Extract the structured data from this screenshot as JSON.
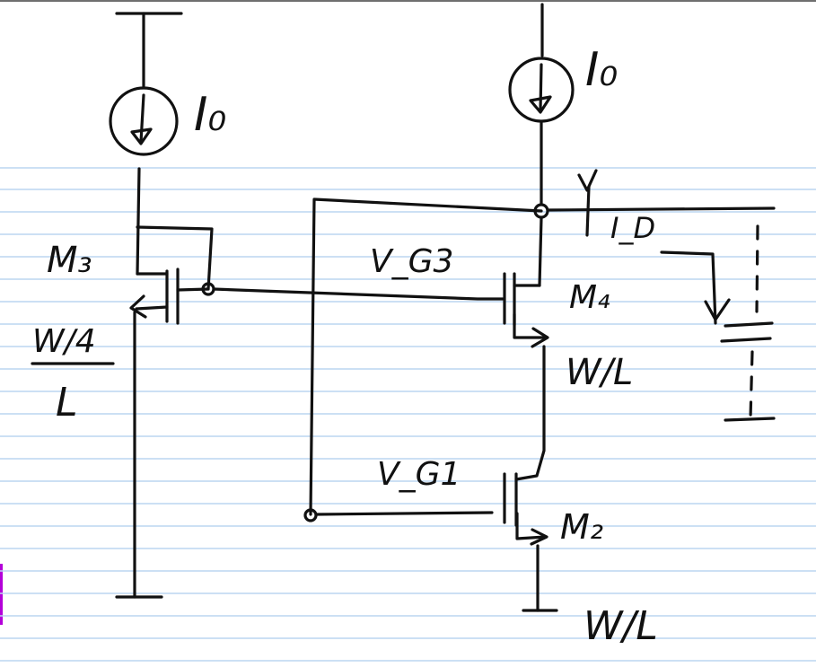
{
  "colors": {
    "paper": "#ffffff",
    "ruled_line": "#bcd6f1",
    "ink": "#111111",
    "left_tab": "#b400d9",
    "top_border": "#6f6f6f"
  },
  "labels": {
    "source_left": "I₀",
    "source_right": "I₀",
    "m3_name": "M₃",
    "m3_size_num": "W/4",
    "m3_size_den": "L",
    "vg3": "V_G3",
    "m4_name": "M₄",
    "m4_size": "W/L",
    "id_label": "I_D",
    "vg1": "V_G1",
    "m2_name": "M₂",
    "m2_size": "W/L"
  }
}
